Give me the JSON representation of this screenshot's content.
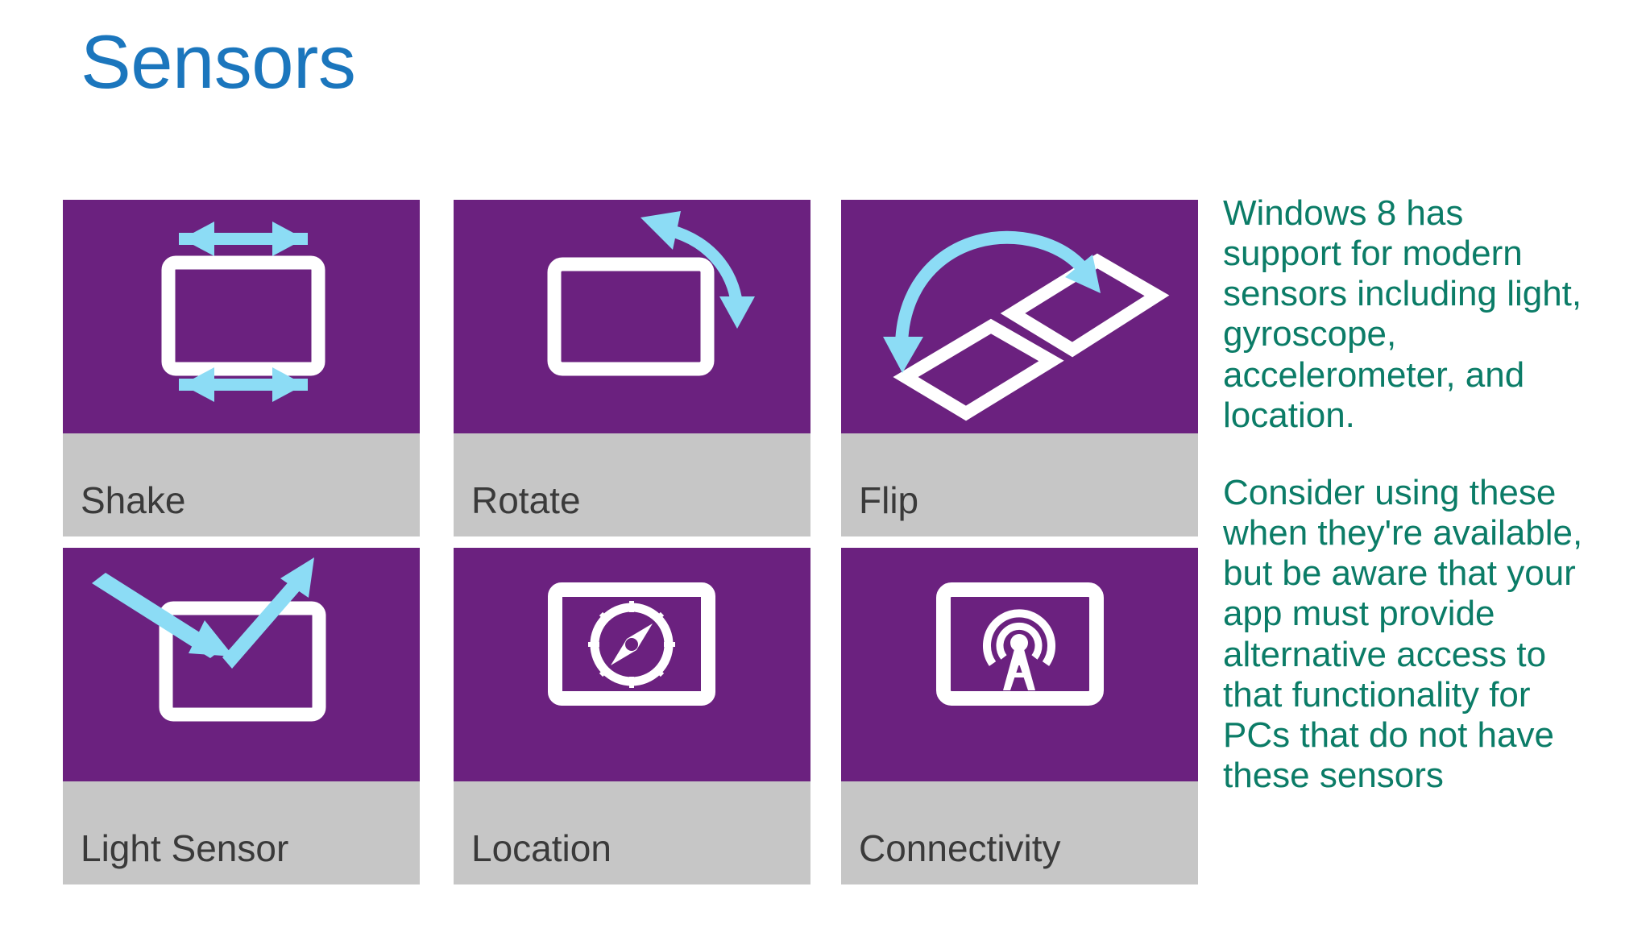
{
  "slide": {
    "title": "Sensors",
    "title_color": "#1B76BD",
    "background_color": "#FFFFFF"
  },
  "theme": {
    "tile_art_color": "#6B217F",
    "tile_label_bar_color": "#C6C6C6",
    "tile_label_text_color": "#3A3A3A",
    "icon_stroke_color": "#FFFFFF",
    "accent_arrow_color": "#8CDCF5",
    "body_text_color": "#0B7C67"
  },
  "tiles": [
    {
      "id": "shake",
      "label": "Shake",
      "icon": "shake-device-icon"
    },
    {
      "id": "rotate",
      "label": "Rotate",
      "icon": "rotate-device-icon"
    },
    {
      "id": "flip",
      "label": "Flip",
      "icon": "flip-device-icon"
    },
    {
      "id": "light-sensor",
      "label": "Light Sensor",
      "icon": "light-sensor-icon"
    },
    {
      "id": "location",
      "label": "Location",
      "icon": "compass-icon"
    },
    {
      "id": "connectivity",
      "label": "Connectivity",
      "icon": "broadcast-tower-icon"
    }
  ],
  "side_copy": {
    "paragraph_1": "Windows 8 has support for modern sensors including light, gyroscope, accelerometer, and location.",
    "paragraph_2": "Consider using these when they're available, but be aware that your app must provide alternative access to that functionality for PCs that do not have these sensors"
  }
}
